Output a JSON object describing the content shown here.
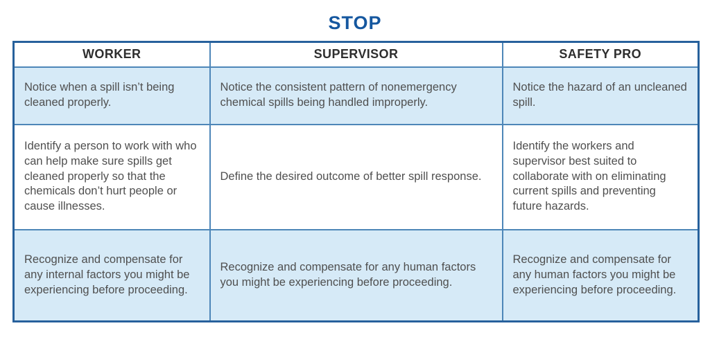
{
  "title": {
    "text": "STOP",
    "color": "#15579f"
  },
  "table": {
    "style": {
      "inner_border_color": "#4d86b8",
      "outer_border_color": "#27619c",
      "alt_row_bg": "#d6eaf7",
      "header_bg": "#ffffff",
      "body_text_color": "#4f4f4f",
      "header_text_color": "#2e2e2e"
    },
    "columns": [
      "WORKER",
      "SUPERVISOR",
      "SAFETY PRO"
    ],
    "rows": [
      {
        "cells": [
          "Notice when a spill isn’t being cleaned properly.",
          "Notice the consistent pattern of nonemergency chemical spills being handled improperly.",
          "Notice the hazard of an uncleaned spill."
        ]
      },
      {
        "cells": [
          "Identify a person to work with who can help make sure spills get cleaned properly so that the chemicals don’t hurt people or cause illnesses.",
          "Define the desired outcome of better spill response.",
          "Identify the workers and supervisor best suited to collaborate with on eliminating current spills and preventing future hazards."
        ]
      },
      {
        "cells": [
          "Recognize and compensate for any internal factors you might be experiencing before proceeding.",
          "Recognize and compensate for any human factors you might be experiencing before proceeding.",
          "Recognize and compensate for any human factors you might be experiencing before proceeding."
        ]
      }
    ]
  }
}
